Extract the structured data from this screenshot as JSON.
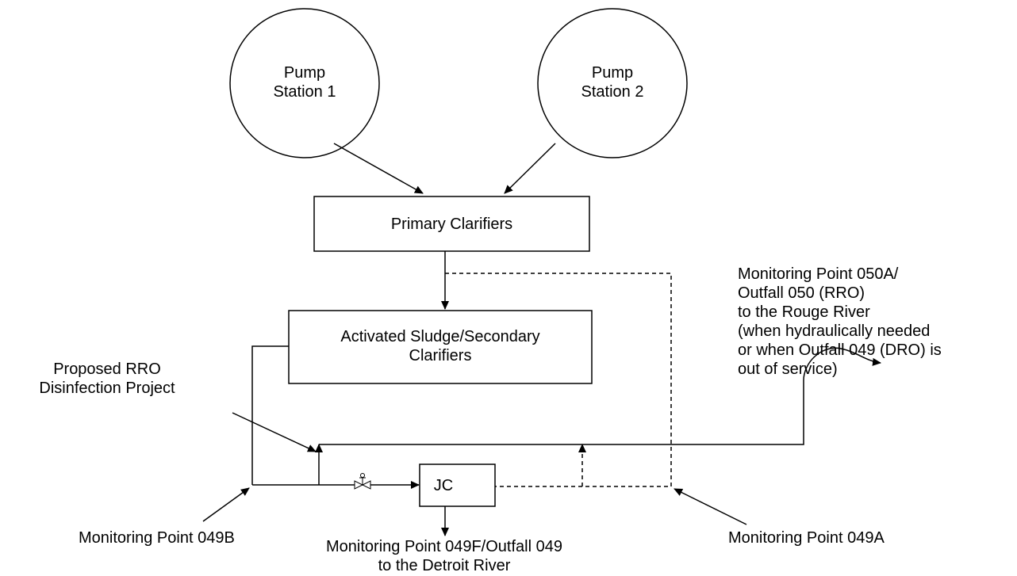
{
  "nodes": {
    "pump_station_1": "Pump\nStation 1",
    "pump_station_2": "Pump\nStation 2",
    "primary_clarifiers": "Primary Clarifiers",
    "activated_sludge": "Activated Sludge/Secondary\nClarifiers",
    "jc": "JC"
  },
  "labels": {
    "proposed_rro": "Proposed RRO\nDisinfection Project",
    "outfall_050": "Monitoring Point 050A/\nOutfall 050 (RRO)\nto the Rouge River\n(when hydraulically needed\nor when Outfall 049 (DRO) is\nout of service)",
    "mp_049b": "Monitoring Point 049B",
    "mp_049a": "Monitoring Point 049A",
    "mp_049f": "Monitoring Point 049F/Outfall 049\nto the Detroit River"
  }
}
